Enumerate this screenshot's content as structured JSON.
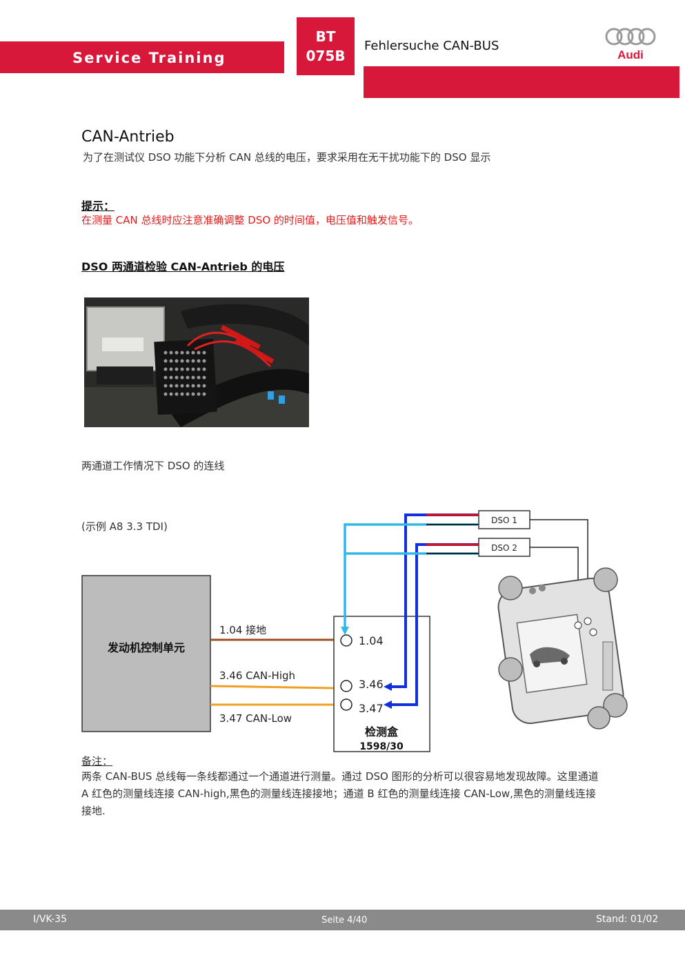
{
  "header": {
    "brand": "Service Training",
    "code_line1": "BT",
    "code_line2": "075B",
    "title": "Fehlersuche CAN-BUS",
    "logo_text": "Audi"
  },
  "section": {
    "title": "CAN-Antrieb",
    "intro": "为了在测试仪 DSO 功能下分析 CAN 总线的电压，要求采用在无干扰功能下的 DSO 显示"
  },
  "hint": {
    "label": "提示：",
    "text": "在测量 CAN 总线时应注意准确调整 DSO 的时间值，电压值和触发信号。"
  },
  "sub_heading": "DSO 两通道检验 CAN-Antrieb 的电压",
  "photo_caption": "两通道工作情况下 DSO 的连线",
  "example_note": "(示例 A8 3.3 TDI)",
  "diagram": {
    "ecu_label": "发动机控制单元",
    "wire_1": "1.04 接地",
    "wire_2": "3.46 CAN-High",
    "wire_3": "3.47 CAN-Low",
    "pin_1": "1.04",
    "pin_2": "3.46",
    "pin_3": "3.47",
    "box_label": "检测盒",
    "box_number": "1598/30",
    "dso1": "DSO 1",
    "dso2": "DSO 2",
    "colors": {
      "red": "#e01010",
      "blue": "#1030e0",
      "cyan": "#30b8e8",
      "brown": "#a0501c",
      "orange": "#f0a020"
    }
  },
  "remark": {
    "label": "备注：",
    "text": "两条 CAN-BUS 总线每一条线都通过一个通道进行测量。通过 DSO 图形的分析可以很容易地发现故障。这里通道 A 红色的测量线连接 CAN-high,黑色的测量线连接接地；通道 B 红色的测量线连接 CAN-Low,黑色的测量线连接接地."
  },
  "footer": {
    "left": "I/VK-35",
    "center": "Seite 4/40",
    "right": "Stand: 01/02"
  }
}
